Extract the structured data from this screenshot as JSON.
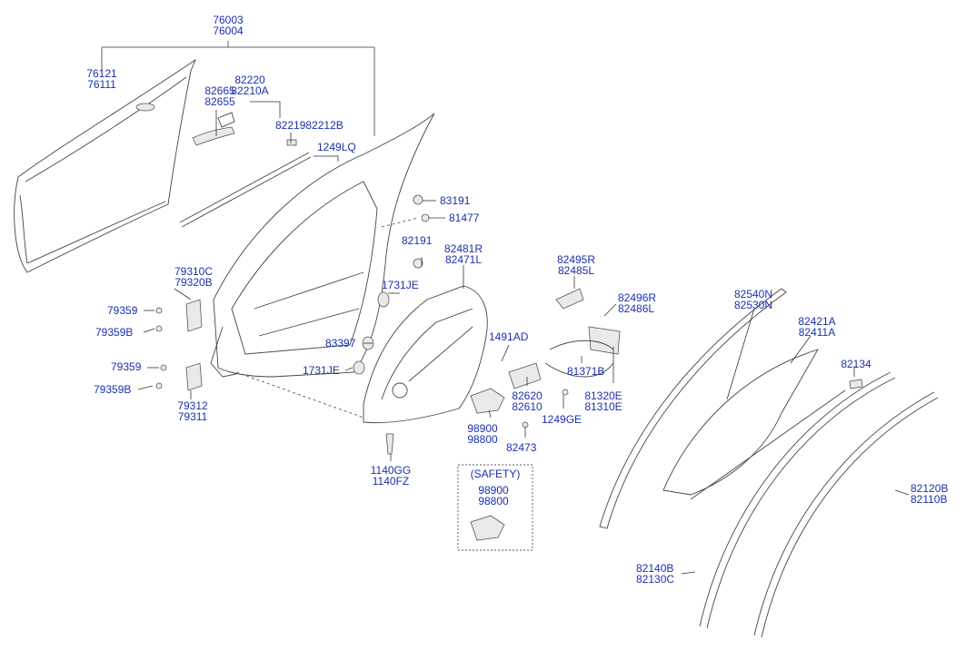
{
  "labels": [
    [
      "76003",
      "76004"
    ],
    [
      "76121",
      "76111"
    ],
    [
      "82665",
      "82655"
    ],
    [
      "82220",
      "82210A"
    ],
    [
      "8221982212B"
    ],
    [
      "1249LQ"
    ],
    [
      "83191"
    ],
    [
      "81477"
    ],
    [
      "82191"
    ],
    [
      "82481R",
      "82471L"
    ],
    [
      "1731JE"
    ],
    [
      "79310C",
      "79320B"
    ],
    [
      "79359"
    ],
    [
      "79359B"
    ],
    [
      "83397"
    ],
    [
      "1731JE"
    ],
    [
      "79359"
    ],
    [
      "79359B"
    ],
    [
      "79312",
      "79311"
    ],
    [
      "82495R",
      "82485L"
    ],
    [
      "82496R",
      "82486L"
    ],
    [
      "1491AD"
    ],
    [
      "81371B"
    ],
    [
      "82620",
      "82610"
    ],
    [
      "81320E",
      "81310E"
    ],
    [
      "1249GE"
    ],
    [
      "98900",
      "98800"
    ],
    [
      "82473"
    ],
    [
      "1140GG",
      "1140FZ"
    ],
    [
      "(SAFETY)"
    ],
    [
      "98900",
      "98800"
    ],
    [
      "82540N",
      "82530N"
    ],
    [
      "82421A",
      "82411A"
    ],
    [
      "82134"
    ],
    [
      "82120B",
      "82110B"
    ],
    [
      "82140B",
      "82130C"
    ]
  ]
}
